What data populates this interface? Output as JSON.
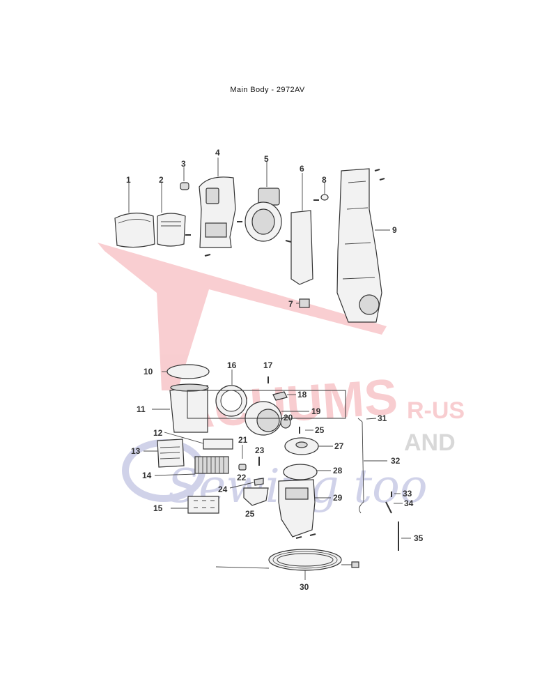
{
  "title": "Main Body - 2972AV",
  "watermark": {
    "brand_main": "ACUUMS",
    "brand_r_us": "R-US",
    "brand_and": "AND",
    "brand_script": "Sewing too",
    "colors": {
      "red": "#e8505b",
      "blue": "#5a5fb4"
    }
  },
  "part_numbers": [
    "1",
    "2",
    "3",
    "4",
    "5",
    "6",
    "8",
    "9",
    "7",
    "10",
    "16",
    "17",
    "18",
    "11",
    "19",
    "20",
    "25",
    "31",
    "12",
    "21",
    "23",
    "27",
    "13",
    "32",
    "28",
    "14",
    "22",
    "24",
    "29",
    "33",
    "34",
    "15",
    "25",
    "35",
    "30"
  ]
}
